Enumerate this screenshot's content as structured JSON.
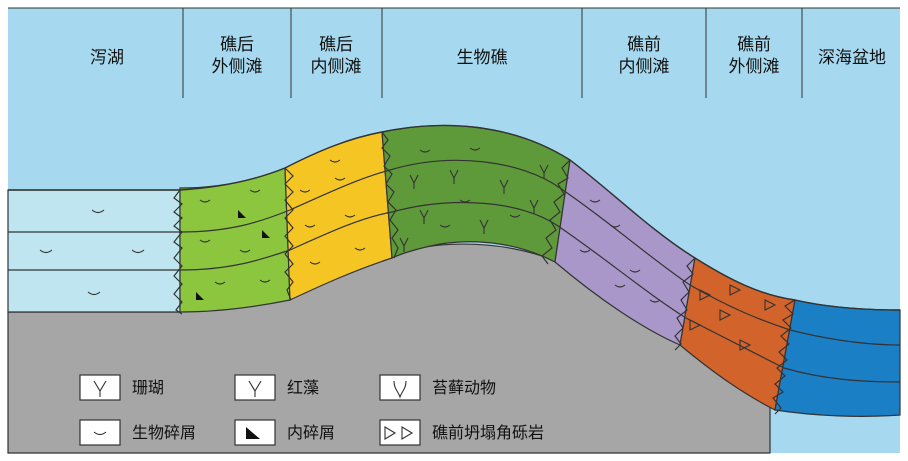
{
  "zones": [
    {
      "label_lines": [
        "泻湖"
      ]
    },
    {
      "label_lines": [
        "礁后",
        "外侧滩"
      ]
    },
    {
      "label_lines": [
        "礁后",
        "内侧滩"
      ]
    },
    {
      "label_lines": [
        "生物礁"
      ]
    },
    {
      "label_lines": [
        "礁前",
        "内侧滩"
      ]
    },
    {
      "label_lines": [
        "礁前",
        "外侧滩"
      ]
    },
    {
      "label_lines": [
        "深海盆地"
      ]
    }
  ],
  "legend": {
    "items": [
      {
        "label": "珊瑚",
        "icon": "coral-icon"
      },
      {
        "label": "红藻",
        "icon": "red-algae-icon"
      },
      {
        "label": "苔藓动物",
        "icon": "bryozoan-icon"
      },
      {
        "label": "生物碎屑",
        "icon": "bioclast-icon"
      },
      {
        "label": "内碎屑",
        "icon": "intraclast-icon"
      },
      {
        "label": "礁前坍塌角砾岩",
        "icon": "reef-front-collapse-breccia-icon"
      }
    ]
  },
  "colors": {
    "sea": "#a6d9ef",
    "seabed": "#a6a6a6",
    "lagoon": "#bfe6f0",
    "back_reef_outer": "#8cc63f",
    "back_reef_inner": "#f5c623",
    "reef": "#5f9a3a",
    "fore_reef_inner": "#a997c9",
    "fore_reef_outer": "#d2632b",
    "basin": "#1b7fc6",
    "outline": "#333333"
  }
}
